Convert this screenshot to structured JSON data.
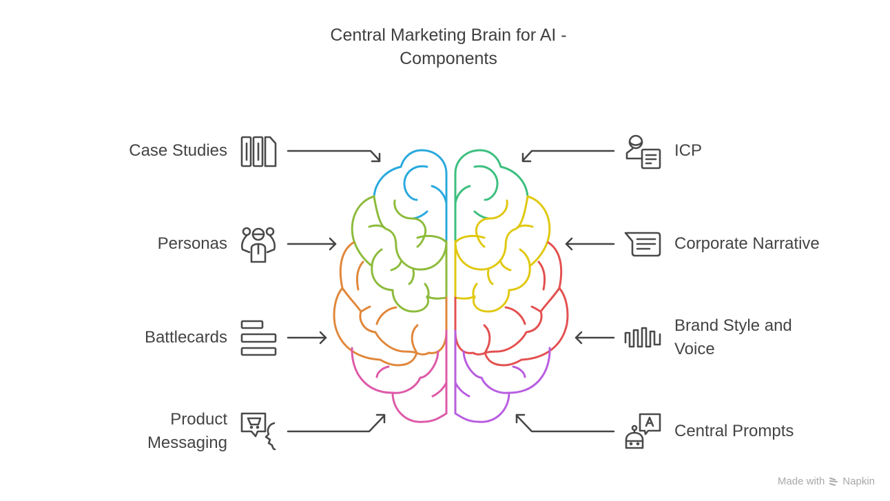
{
  "title": {
    "line1": "Central Marketing Brain for AI -",
    "line2": "Components"
  },
  "left_items": [
    {
      "label": "Case Studies",
      "icon": "book-icon"
    },
    {
      "label": "Personas",
      "icon": "people-icon"
    },
    {
      "label": "Battlecards",
      "icon": "bars-icon"
    },
    {
      "label_line1": "Product",
      "label_line2": "Messaging",
      "icon": "cart-speech-icon"
    }
  ],
  "right_items": [
    {
      "label": "ICP",
      "icon": "user-document-icon"
    },
    {
      "label": "Corporate Narrative",
      "icon": "chat-bubble-icon"
    },
    {
      "label_line1": "Brand Style and",
      "label_line2": "Voice",
      "icon": "waveform-icon"
    },
    {
      "label": "Central Prompts",
      "icon": "robot-prompt-icon"
    }
  ],
  "colors": {
    "left": [
      "#29a9dd",
      "#8dbb3c",
      "#e0873a",
      "#de5aa8"
    ],
    "right": [
      "#3dbf7f",
      "#e0c810",
      "#e35050",
      "#b85ee0"
    ],
    "ink": "#444444"
  },
  "footer": {
    "made_with": "Made with",
    "brand": "Napkin"
  }
}
